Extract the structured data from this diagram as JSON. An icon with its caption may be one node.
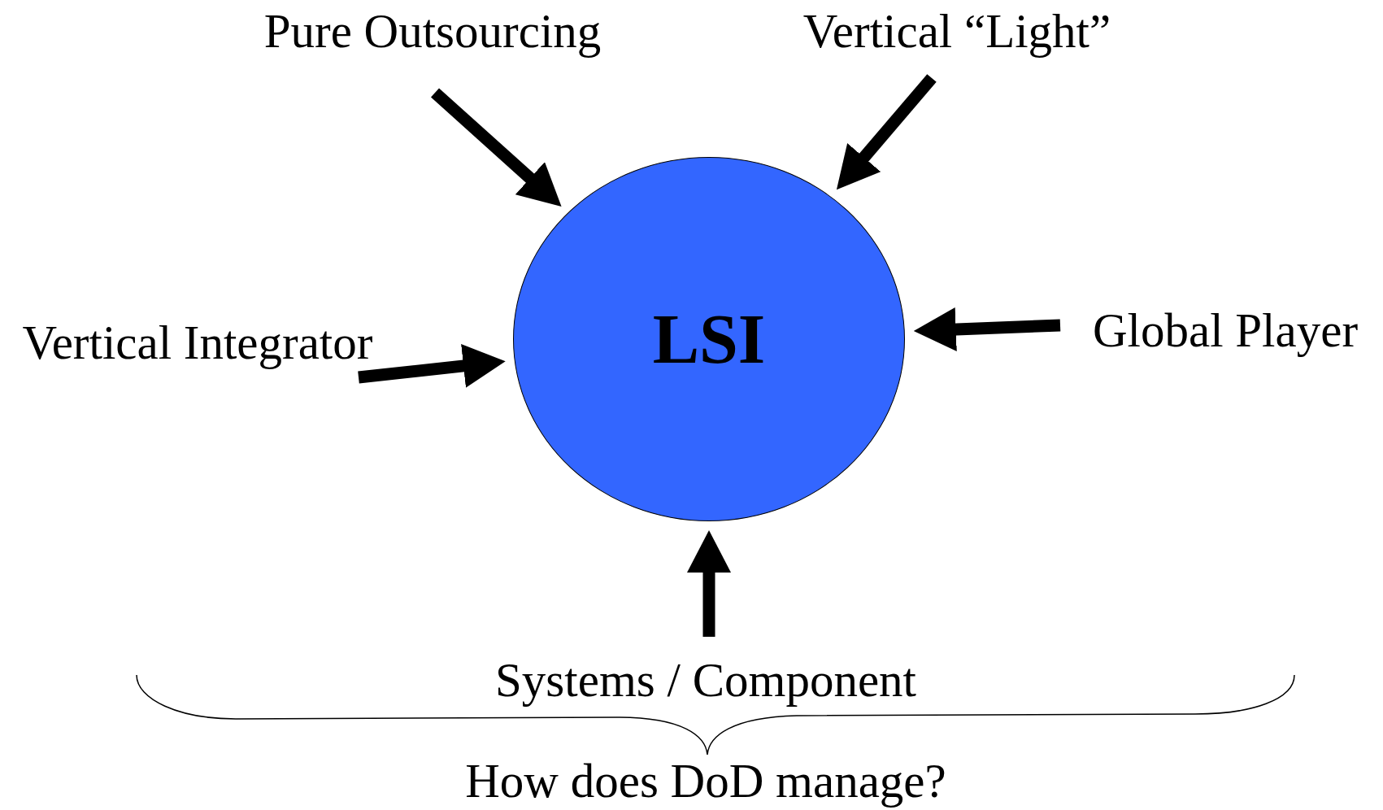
{
  "diagram": {
    "nodes": [
      {
        "text": [
          "Pure Outsourcing"
        ]
      },
      {
        "text": [
          "Vertical “Light”"
        ]
      },
      {
        "text": [
          "Vertical Integrator"
        ]
      },
      {
        "text": [
          "LSI"
        ]
      },
      {
        "text": [
          "Global Player"
        ]
      },
      {
        "text": [
          "Systems / Component"
        ]
      }
    ],
    "edges": [
      {
        "from": 0,
        "to": 3,
        "arrow": "to"
      },
      {
        "from": 1,
        "to": 3,
        "arrow": "to"
      },
      {
        "from": 2,
        "to": 3,
        "arrow": "to"
      },
      {
        "from": 4,
        "to": 3,
        "arrow": "to"
      },
      {
        "from": 5,
        "to": 3,
        "arrow": "to"
      }
    ],
    "labels": [
      "How does DoD manage?"
    ]
  }
}
